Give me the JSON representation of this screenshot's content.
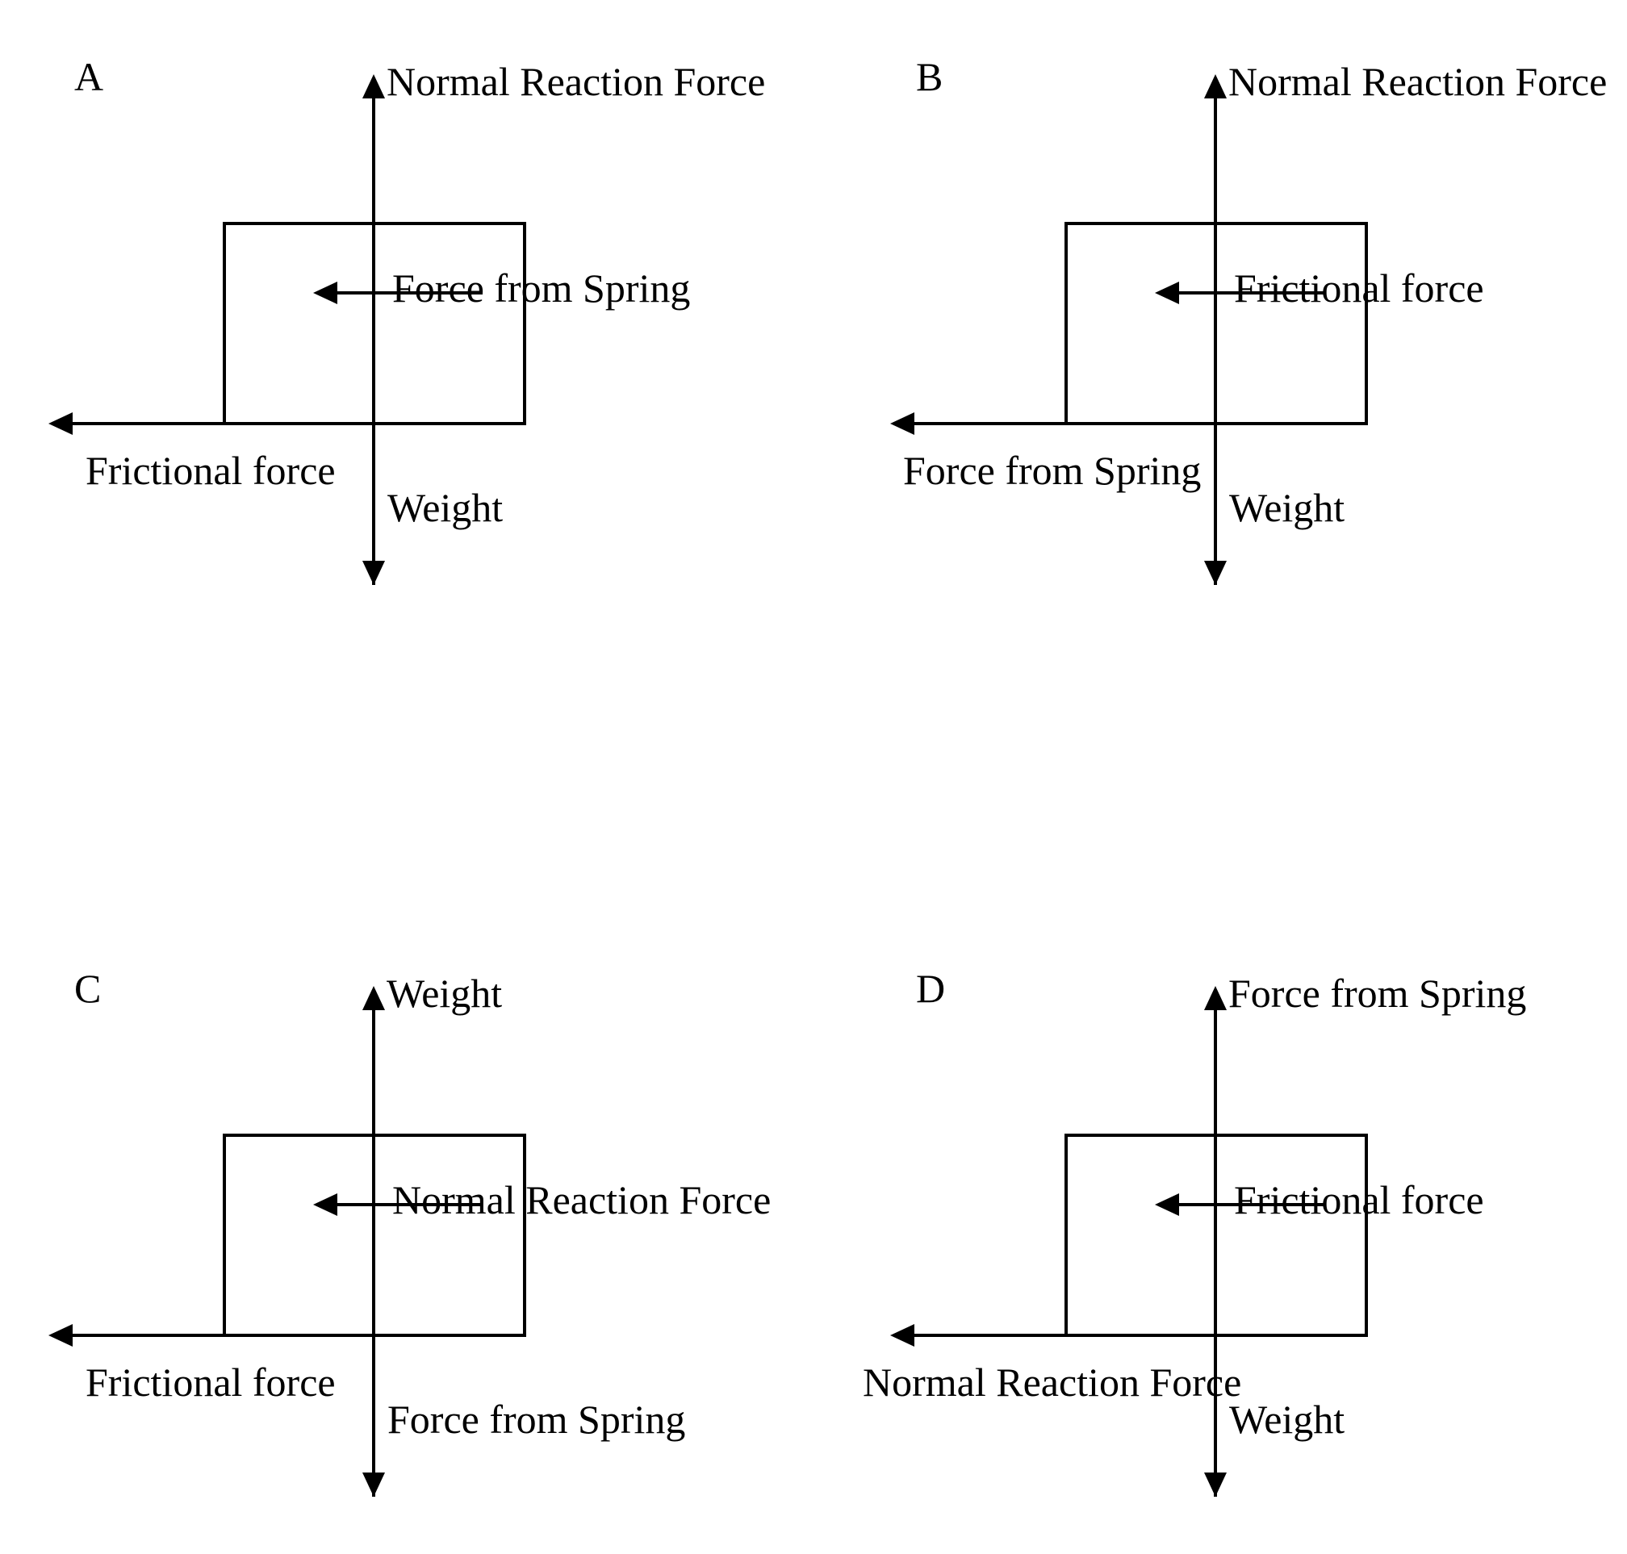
{
  "stroke_color": "#000000",
  "background": "#ffffff",
  "panels": [
    {
      "id": "A",
      "letter": "A",
      "arrow_up": "Normal Reaction Force",
      "arrow_inner": "Force from Spring",
      "arrow_left": "Frictional force",
      "arrow_down": "Weight"
    },
    {
      "id": "B",
      "letter": "B",
      "arrow_up": "Normal Reaction Force",
      "arrow_inner": "Frictional force",
      "arrow_left": "Force from Spring",
      "arrow_down": "Weight"
    },
    {
      "id": "C",
      "letter": "C",
      "arrow_up": "Weight",
      "arrow_inner": "Normal Reaction Force",
      "arrow_left": "Frictional force",
      "arrow_down": "Force from Spring"
    },
    {
      "id": "D",
      "letter": "D",
      "arrow_up": "Force from Spring",
      "arrow_inner": "Frictional force",
      "arrow_left": "Normal Reaction Force",
      "arrow_down": "Weight"
    }
  ]
}
